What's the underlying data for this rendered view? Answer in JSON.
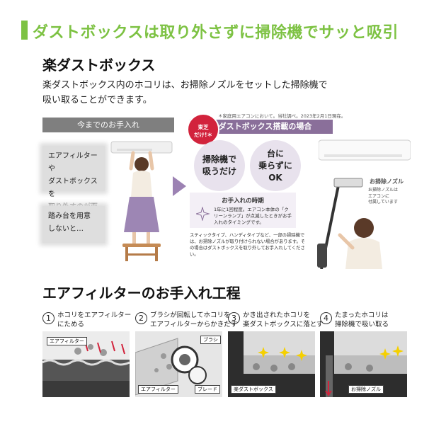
{
  "header": {
    "title": "ダストボックスは取り外さずに掃除機でサッと吸引",
    "accent_color": "#7dc243"
  },
  "section": {
    "title": "楽ダストボックス",
    "description_line1": "楽ダストボックス内のホコリは、お掃除ノズルをセットした掃除機で",
    "description_line2": "吸い取ることができます。"
  },
  "left_panel": {
    "header": "今までのお手入れ",
    "card1_line1": "エアフィルターや",
    "card1_line2": "ダストボックスを",
    "card1_line3": "取り外すのが面倒…",
    "card2_line1": "踏み台を用意",
    "card2_line2": "しないと…"
  },
  "right_panel": {
    "note": "＊家庭用エアコンにおいて。当社調べ。2023年2月1日現在。",
    "badge_line1": "東芝",
    "badge_line2": "だけ!＊",
    "header": "楽ダストボックス搭載の場合",
    "header_color": "#8a6f9a",
    "circle1_line1": "掃除機で",
    "circle1_line2": "吸うだけ",
    "circle2_line1": "台に",
    "circle2_line2": "乗らずに",
    "circle2_line3": "OK",
    "timing_title": "お手入れの時期",
    "timing_text": "1年に1回程度。エアコン本体の「クリーンランプ」が点滅したときがお手入れのタイミングです。",
    "bottom_note": "スティックタイプ、ハンディタイプなど、一部の掃除機では、お掃除ノズルが取り付けられない場合があります。その場合はダストボックスを取り外してお手入れしてください。",
    "nozzle_label": "お掃除ノズル",
    "nozzle_sub_line1": "お掃除ノズルは",
    "nozzle_sub_line2": "エアコンに",
    "nozzle_sub_line3": "付属しています"
  },
  "process": {
    "title": "エアフィルターのお手入れ工程",
    "steps": [
      {
        "num": "1",
        "line1": "ホコリをエアフィルター",
        "line2": "にためる"
      },
      {
        "num": "2",
        "line1": "ブラシが回転してホコリを",
        "line2": "エアフィルターからかきだす"
      },
      {
        "num": "3",
        "line1": "かき出されたホコリを",
        "line2": "楽ダストボックスに落とす"
      },
      {
        "num": "4",
        "line1": "たまったホコリは",
        "line2": "掃除機で吸い取る"
      }
    ],
    "tags": {
      "filter1": "エアフィルター",
      "brush": "ブラシ",
      "filter2": "エアフィルター",
      "blade": "ブレード",
      "dustbox": "楽ダストボックス",
      "nozzle": "お掃除ノズル"
    }
  }
}
